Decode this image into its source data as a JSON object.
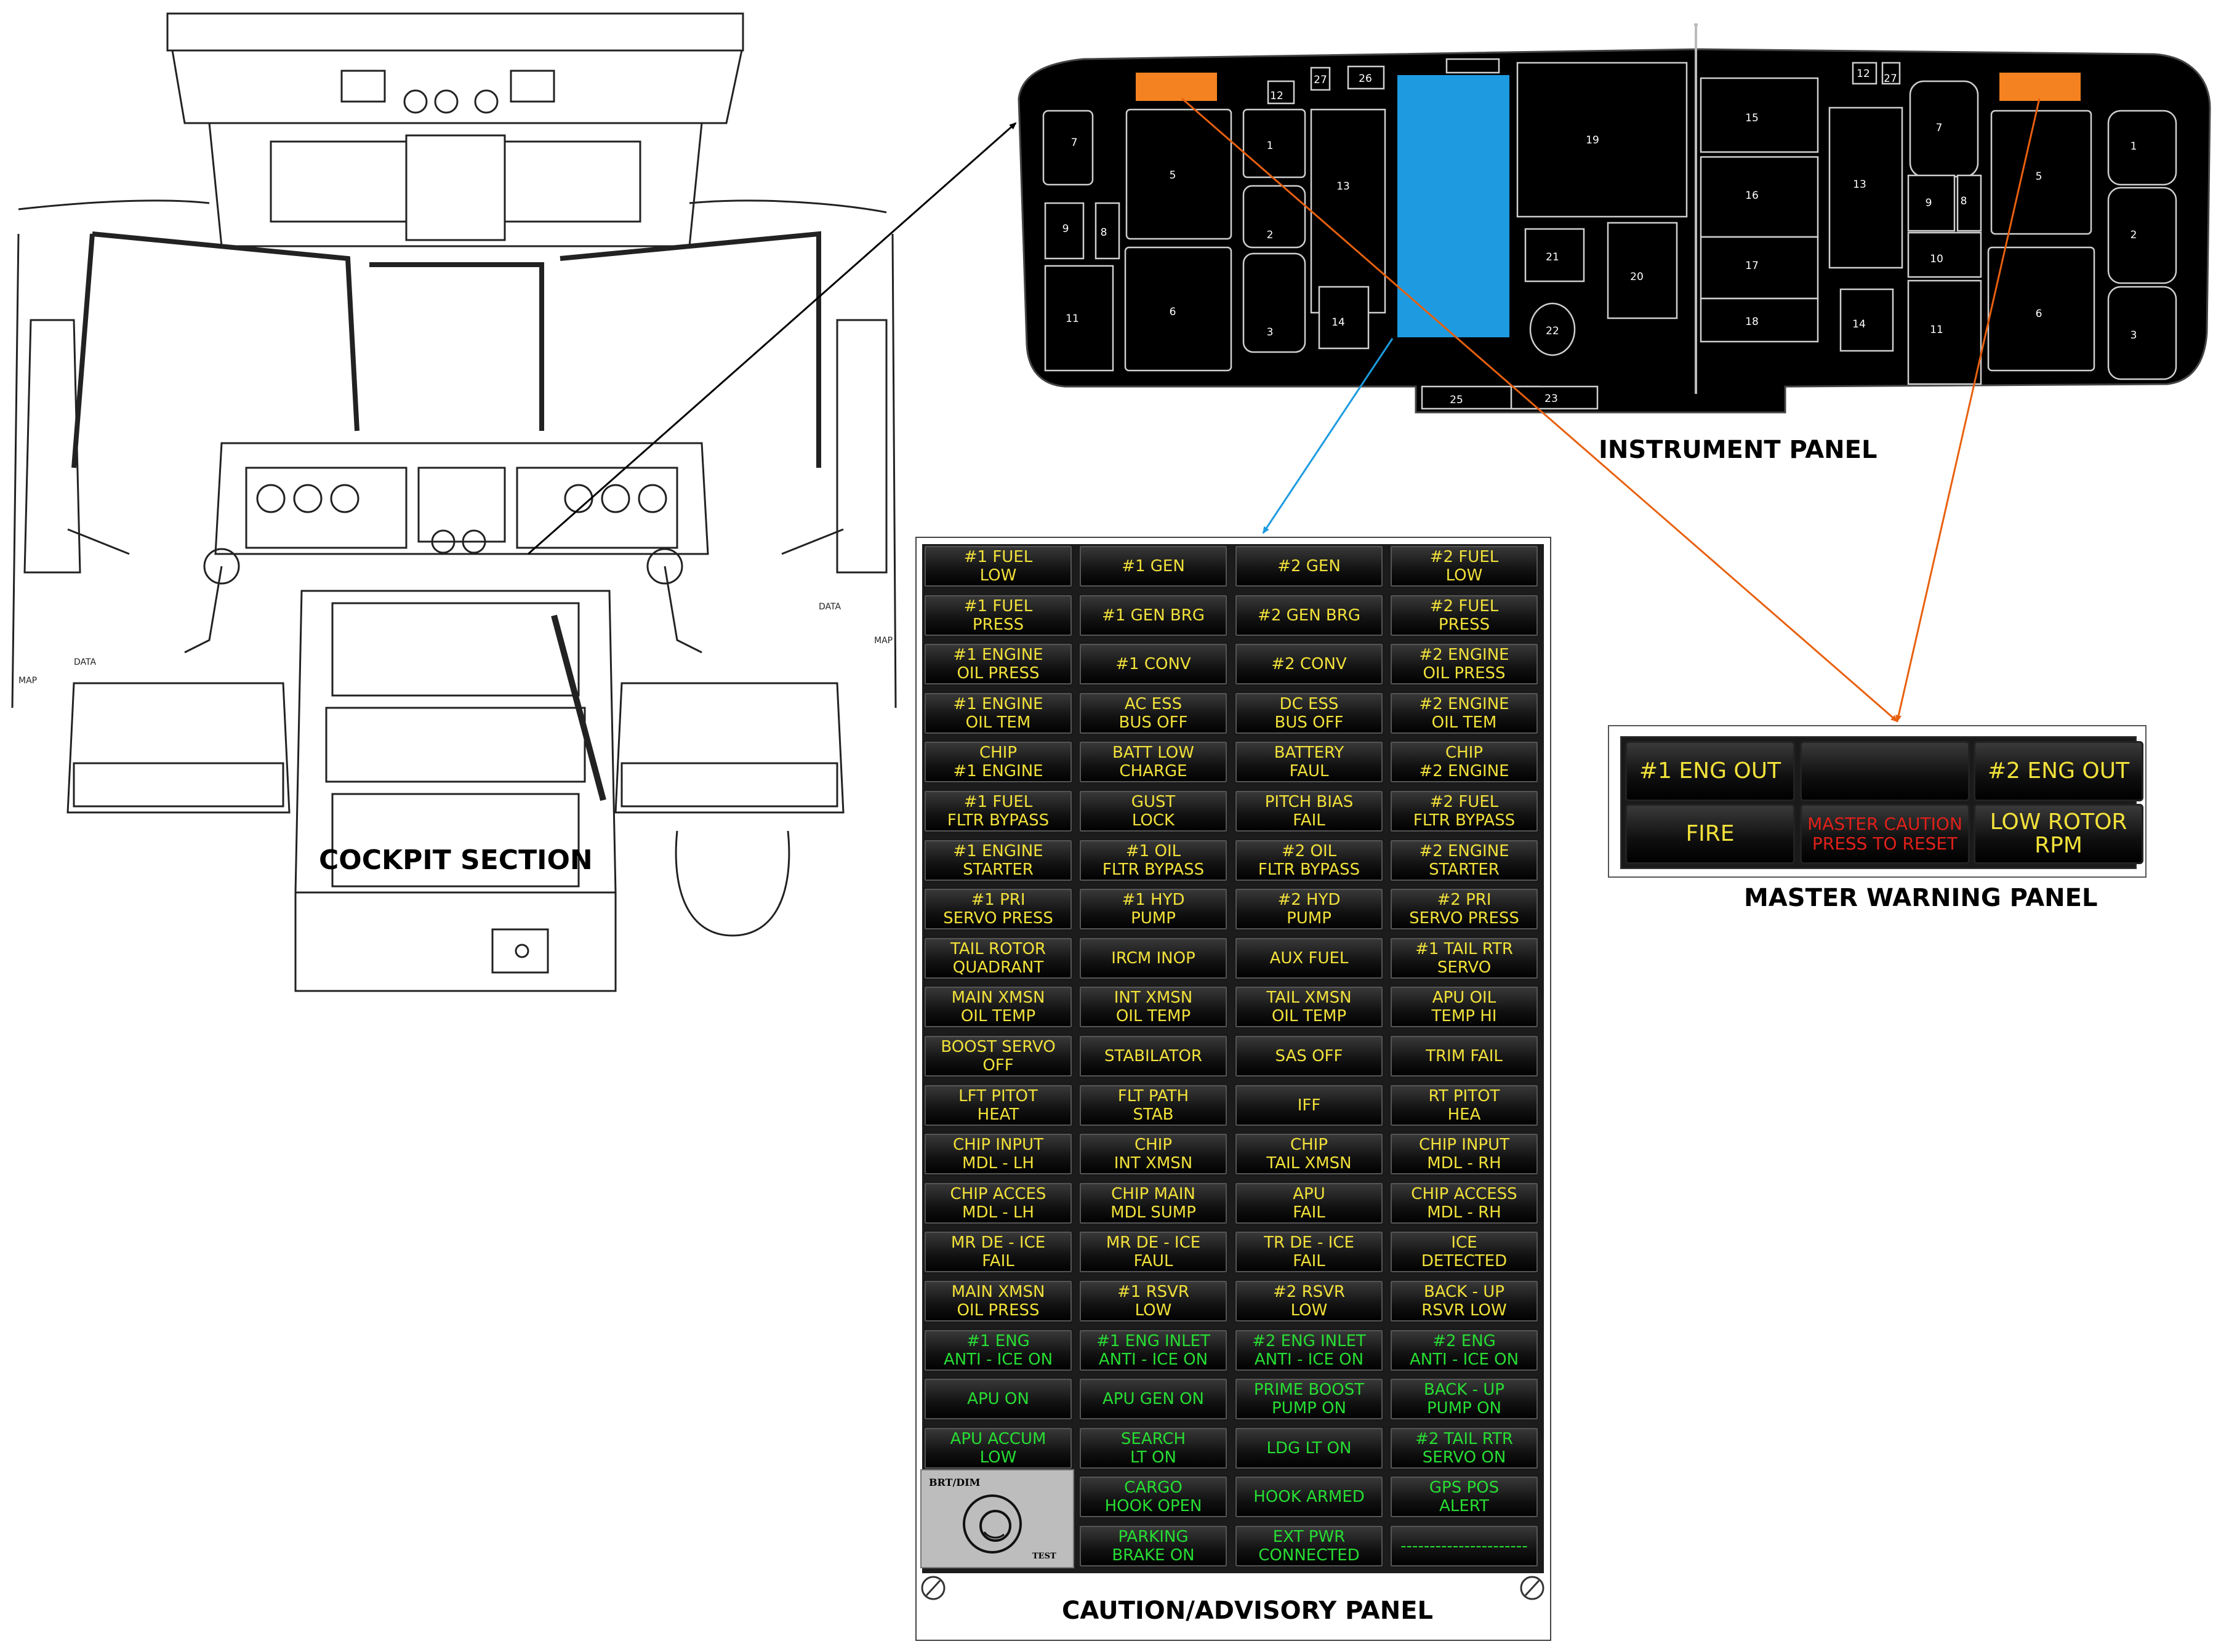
{
  "labels": {
    "cockpit_section": "COCKPIT SECTION",
    "instrument_panel": "INSTRUMENT PANEL",
    "master_warning_panel": "MASTER WARNING PANEL",
    "caution_advisory_panel": "CAUTION/ADVISORY PANEL"
  },
  "cockpit_sketch": {
    "side_labels": [
      "DATA",
      "DATA",
      "MAP",
      "MAP"
    ]
  },
  "instrument_panel": {
    "left": [
      "7",
      "5",
      "1",
      "12",
      "27",
      "26",
      "13",
      "2",
      "9",
      "8",
      "11",
      "6",
      "3",
      "14"
    ],
    "center": [
      "19",
      "21",
      "20",
      "22",
      "25",
      "23"
    ],
    "right": [
      "15",
      "16",
      "17",
      "18",
      "12",
      "27",
      "7",
      "5",
      "1",
      "13",
      "9",
      "8",
      "2",
      "10",
      "14",
      "11",
      "6",
      "3"
    ]
  },
  "colors": {
    "amber_text": "#f2e13a",
    "green_text": "#27dd33",
    "red_text": "#e0201a",
    "highlight_blue": "#1e9be0",
    "highlight_orange": "#f58220",
    "arrow_black": "#000000",
    "arrow_blue": "#1e9be0",
    "arrow_orange": "#e8600e"
  },
  "caution_panel": {
    "rows": [
      [
        {
          "t": "#1 FUEL\nLOW",
          "c": "amber"
        },
        {
          "t": "#1 GEN",
          "c": "amber"
        },
        {
          "t": "#2 GEN",
          "c": "amber"
        },
        {
          "t": "#2 FUEL\nLOW",
          "c": "amber"
        }
      ],
      [
        {
          "t": "#1 FUEL\nPRESS",
          "c": "amber"
        },
        {
          "t": "#1 GEN BRG",
          "c": "amber"
        },
        {
          "t": "#2 GEN BRG",
          "c": "amber"
        },
        {
          "t": "#2 FUEL\nPRESS",
          "c": "amber"
        }
      ],
      [
        {
          "t": "#1 ENGINE\nOIL PRESS",
          "c": "amber"
        },
        {
          "t": "#1 CONV",
          "c": "amber"
        },
        {
          "t": "#2 CONV",
          "c": "amber"
        },
        {
          "t": "#2 ENGINE\nOIL PRESS",
          "c": "amber"
        }
      ],
      [
        {
          "t": "#1 ENGINE\nOIL TEM",
          "c": "amber"
        },
        {
          "t": "AC ESS\nBUS OFF",
          "c": "amber"
        },
        {
          "t": "DC ESS\nBUS OFF",
          "c": "amber"
        },
        {
          "t": "#2 ENGINE\nOIL TEM",
          "c": "amber"
        }
      ],
      [
        {
          "t": "CHIP\n#1 ENGINE",
          "c": "amber"
        },
        {
          "t": "BATT LOW\nCHARGE",
          "c": "amber"
        },
        {
          "t": "BATTERY\nFAUL",
          "c": "amber"
        },
        {
          "t": "CHIP\n#2 ENGINE",
          "c": "amber"
        }
      ],
      [
        {
          "t": "#1 FUEL\nFLTR BYPASS",
          "c": "amber"
        },
        {
          "t": "GUST\nLOCK",
          "c": "amber"
        },
        {
          "t": "PITCH BIAS\nFAIL",
          "c": "amber"
        },
        {
          "t": "#2 FUEL\nFLTR BYPASS",
          "c": "amber"
        }
      ],
      [
        {
          "t": "#1 ENGINE\nSTARTER",
          "c": "amber"
        },
        {
          "t": "#1 OIL\nFLTR BYPASS",
          "c": "amber"
        },
        {
          "t": "#2 OIL\nFLTR BYPASS",
          "c": "amber"
        },
        {
          "t": "#2 ENGINE\nSTARTER",
          "c": "amber"
        }
      ],
      [
        {
          "t": "#1 PRI\nSERVO PRESS",
          "c": "amber"
        },
        {
          "t": "#1 HYD\nPUMP",
          "c": "amber"
        },
        {
          "t": "#2 HYD\nPUMP",
          "c": "amber"
        },
        {
          "t": "#2 PRI\nSERVO PRESS",
          "c": "amber"
        }
      ],
      [
        {
          "t": "TAIL ROTOR\nQUADRANT",
          "c": "amber"
        },
        {
          "t": "IRCM INOP",
          "c": "amber"
        },
        {
          "t": "AUX FUEL",
          "c": "amber"
        },
        {
          "t": "#1 TAIL RTR\nSERVO",
          "c": "amber"
        }
      ],
      [
        {
          "t": "MAIN XMSN\nOIL TEMP",
          "c": "amber"
        },
        {
          "t": "INT XMSN\nOIL TEMP",
          "c": "amber"
        },
        {
          "t": "TAIL XMSN\nOIL TEMP",
          "c": "amber"
        },
        {
          "t": "APU OIL\nTEMP HI",
          "c": "amber"
        }
      ],
      [
        {
          "t": "BOOST SERVO\nOFF",
          "c": "amber"
        },
        {
          "t": "STABILATOR",
          "c": "amber"
        },
        {
          "t": "SAS OFF",
          "c": "amber"
        },
        {
          "t": "TRIM FAIL",
          "c": "amber"
        }
      ],
      [
        {
          "t": "LFT PITOT\nHEAT",
          "c": "amber"
        },
        {
          "t": "FLT PATH\nSTAB",
          "c": "amber"
        },
        {
          "t": "IFF",
          "c": "amber"
        },
        {
          "t": "RT PITOT\nHEA",
          "c": "amber"
        }
      ],
      [
        {
          "t": "CHIP INPUT\nMDL - LH",
          "c": "amber"
        },
        {
          "t": "CHIP\nINT XMSN",
          "c": "amber"
        },
        {
          "t": "CHIP\nTAIL XMSN",
          "c": "amber"
        },
        {
          "t": "CHIP INPUT\nMDL - RH",
          "c": "amber"
        }
      ],
      [
        {
          "t": "CHIP ACCES\nMDL - LH",
          "c": "amber"
        },
        {
          "t": "CHIP MAIN\nMDL SUMP",
          "c": "amber"
        },
        {
          "t": "APU\nFAIL",
          "c": "amber"
        },
        {
          "t": "CHIP ACCESS\nMDL - RH",
          "c": "amber"
        }
      ],
      [
        {
          "t": "MR DE - ICE\nFAIL",
          "c": "amber"
        },
        {
          "t": "MR DE - ICE\nFAUL",
          "c": "amber"
        },
        {
          "t": "TR DE - ICE\nFAIL",
          "c": "amber"
        },
        {
          "t": "ICE\nDETECTED",
          "c": "amber"
        }
      ],
      [
        {
          "t": "MAIN XMSN\nOIL PRESS",
          "c": "amber"
        },
        {
          "t": "#1 RSVR\nLOW",
          "c": "amber"
        },
        {
          "t": "#2 RSVR\nLOW",
          "c": "amber"
        },
        {
          "t": "BACK - UP\nRSVR LOW",
          "c": "amber"
        }
      ],
      [
        {
          "t": "#1 ENG\nANTI - ICE ON",
          "c": "green"
        },
        {
          "t": "#1 ENG INLET\nANTI - ICE ON",
          "c": "green"
        },
        {
          "t": "#2 ENG INLET\nANTI - ICE ON",
          "c": "green"
        },
        {
          "t": "#2 ENG\nANTI - ICE ON",
          "c": "green"
        }
      ],
      [
        {
          "t": "APU ON",
          "c": "green"
        },
        {
          "t": "APU GEN ON",
          "c": "green"
        },
        {
          "t": "PRIME BOOST\nPUMP ON",
          "c": "green"
        },
        {
          "t": "BACK - UP\nPUMP ON",
          "c": "green"
        }
      ],
      [
        {
          "t": "APU ACCUM\nLOW",
          "c": "green"
        },
        {
          "t": "SEARCH\nLT ON",
          "c": "green"
        },
        {
          "t": "LDG LT ON",
          "c": "green"
        },
        {
          "t": "#2 TAIL RTR\nSERVO ON",
          "c": "green"
        }
      ],
      [
        null,
        {
          "t": "CARGO\nHOOK OPEN",
          "c": "green"
        },
        {
          "t": "HOOK ARMED",
          "c": "green"
        },
        {
          "t": "GPS POS\nALERT",
          "c": "green"
        }
      ],
      [
        null,
        {
          "t": "PARKING\nBRAKE ON",
          "c": "green"
        },
        {
          "t": "EXT PWR\nCONNECTED",
          "c": "green"
        },
        {
          "t": "----------------------",
          "c": "green"
        }
      ]
    ],
    "brt_dim_label": "BRT/DIM",
    "test_label": "TEST"
  },
  "master_warning": {
    "cells": [
      {
        "t": "#1 ENG OUT",
        "c": "amber"
      },
      {
        "t": "",
        "c": "amber"
      },
      {
        "t": "#2 ENG OUT",
        "c": "amber"
      },
      {
        "t": "FIRE",
        "c": "amber"
      },
      {
        "t": "MASTER CAUTION\nPRESS TO RESET",
        "c": "red"
      },
      {
        "t": "LOW ROTOR RPM",
        "c": "amber"
      }
    ]
  }
}
